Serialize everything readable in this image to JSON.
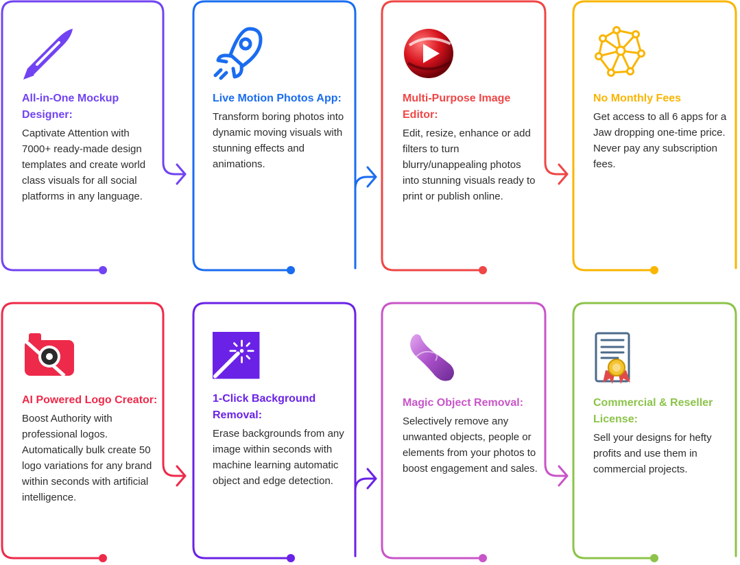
{
  "cards": [
    {
      "title": "All-in-One Mockup Designer:",
      "desc": "Captivate Attention with 7000+ ready-made design templates and create world class visuals for all social platforms in any language.",
      "color": "#7143F2",
      "icon": "feather-pen-icon"
    },
    {
      "title": "Live Motion Photos App:",
      "desc": "Transform boring photos into dynamic moving visuals with stunning effects and animations.",
      "color": "#1A6CF0",
      "icon": "rocket-icon"
    },
    {
      "title": "Multi-Purpose Image Editor:",
      "desc": "Edit, resize, enhance or add filters to turn blurry/unappealing photos into stunning visuals ready to print or publish online.",
      "color": "#EF4646",
      "icon": "play-sphere-icon"
    },
    {
      "title": "No Monthly Fees",
      "desc": "Get access to all 6 apps for a Jaw dropping one-time price. Never pay any subscription fees.",
      "color": "#F9B500",
      "icon": "network-nodes-icon"
    },
    {
      "title": "AI Powered Logo Creator:",
      "desc": "Boost Authority with professional logos. Automatically bulk create 50 logo variations for any brand within seconds with artificial intelligence.",
      "color": "#EE2A4A",
      "icon": "camera-lens-icon"
    },
    {
      "title": "1-Click Background Removal:",
      "desc": "Erase backgrounds from any image within seconds with machine learning automatic object and edge detection.",
      "color": "#6A22E6",
      "icon": "magic-wand-icon"
    },
    {
      "title": "Magic Object Removal:",
      "desc": "Selectively remove any unwanted objects, people or elements from your photos to boost engagement and sales.",
      "color": "#C855C8",
      "icon": "infinity-ribbon-icon"
    },
    {
      "title": "Commercial & Reseller License:",
      "desc": "Sell your designs for hefty profits and use them in commercial projects.",
      "color": "#8CC34A",
      "icon": "certificate-icon"
    }
  ]
}
